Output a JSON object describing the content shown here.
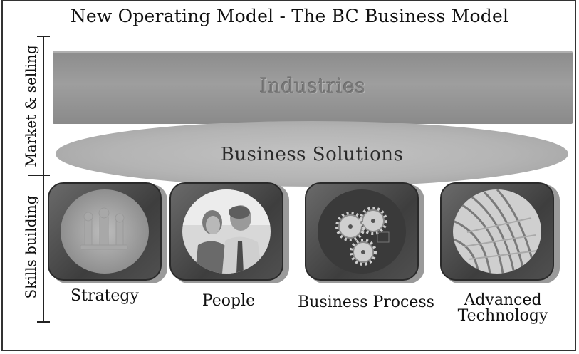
{
  "title": "New Operating Model - The BC Business Model",
  "side_labels": {
    "market_selling": "Market & selling",
    "skills_building": "Skills building"
  },
  "layers": {
    "industries": "Industries",
    "business_solutions": "Business Solutions"
  },
  "pillars": [
    {
      "label": "Strategy",
      "icon": "chess-pieces"
    },
    {
      "label": "People",
      "icon": "two-people-photo"
    },
    {
      "label": "Business Process",
      "icon": "gears"
    },
    {
      "label": "Advanced Technology",
      "icon": "circuit-lines"
    }
  ],
  "pillar_label_lines": {
    "advanced_line1": "Advanced",
    "advanced_line2": "Technology"
  }
}
